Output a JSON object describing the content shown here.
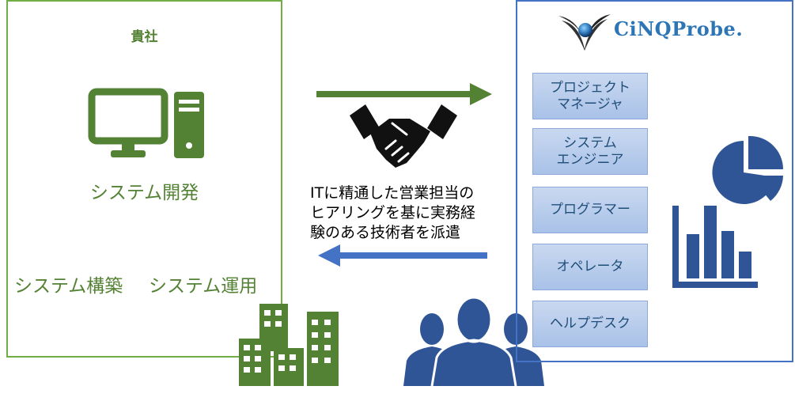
{
  "client": {
    "title": "貴社",
    "services": {
      "dev": "システム開発",
      "build": "システム構築",
      "ops": "システム運用"
    }
  },
  "vendor": {
    "brand": "CiNQProbe.",
    "roles": [
      "プロジェクト\nマネージャ",
      "システム\nエンジニア",
      "プログラマー",
      "オペレータ",
      "ヘルプデスク"
    ]
  },
  "middle": {
    "lines": [
      "ITに精通した営業担当の",
      "ヒアリングを基に実務経",
      "験のある技術者を派遣"
    ]
  },
  "colors": {
    "green": "#548235",
    "blue": "#2f5597",
    "arrow_blue": "#4472c4"
  },
  "icons": {
    "computer": "desktop-computer-icon",
    "handshake": "handshake-icon",
    "buildings": "buildings-icon",
    "people": "people-group-icon",
    "pie": "pie-chart-icon",
    "bar": "bar-chart-icon"
  }
}
